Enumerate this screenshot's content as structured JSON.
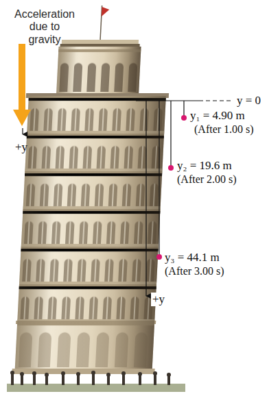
{
  "diagram": {
    "labels": [
      "Acceleration due to gravity",
      "+y",
      "y = 0",
      "y₁ = 4.90 m",
      "(After 1.00 s)",
      "y₂ = 19.6 m",
      "(After 2.00 s)",
      "y₃ = 44.1 m",
      "(After 3.00 s)",
      "+y"
    ]
  }
}
